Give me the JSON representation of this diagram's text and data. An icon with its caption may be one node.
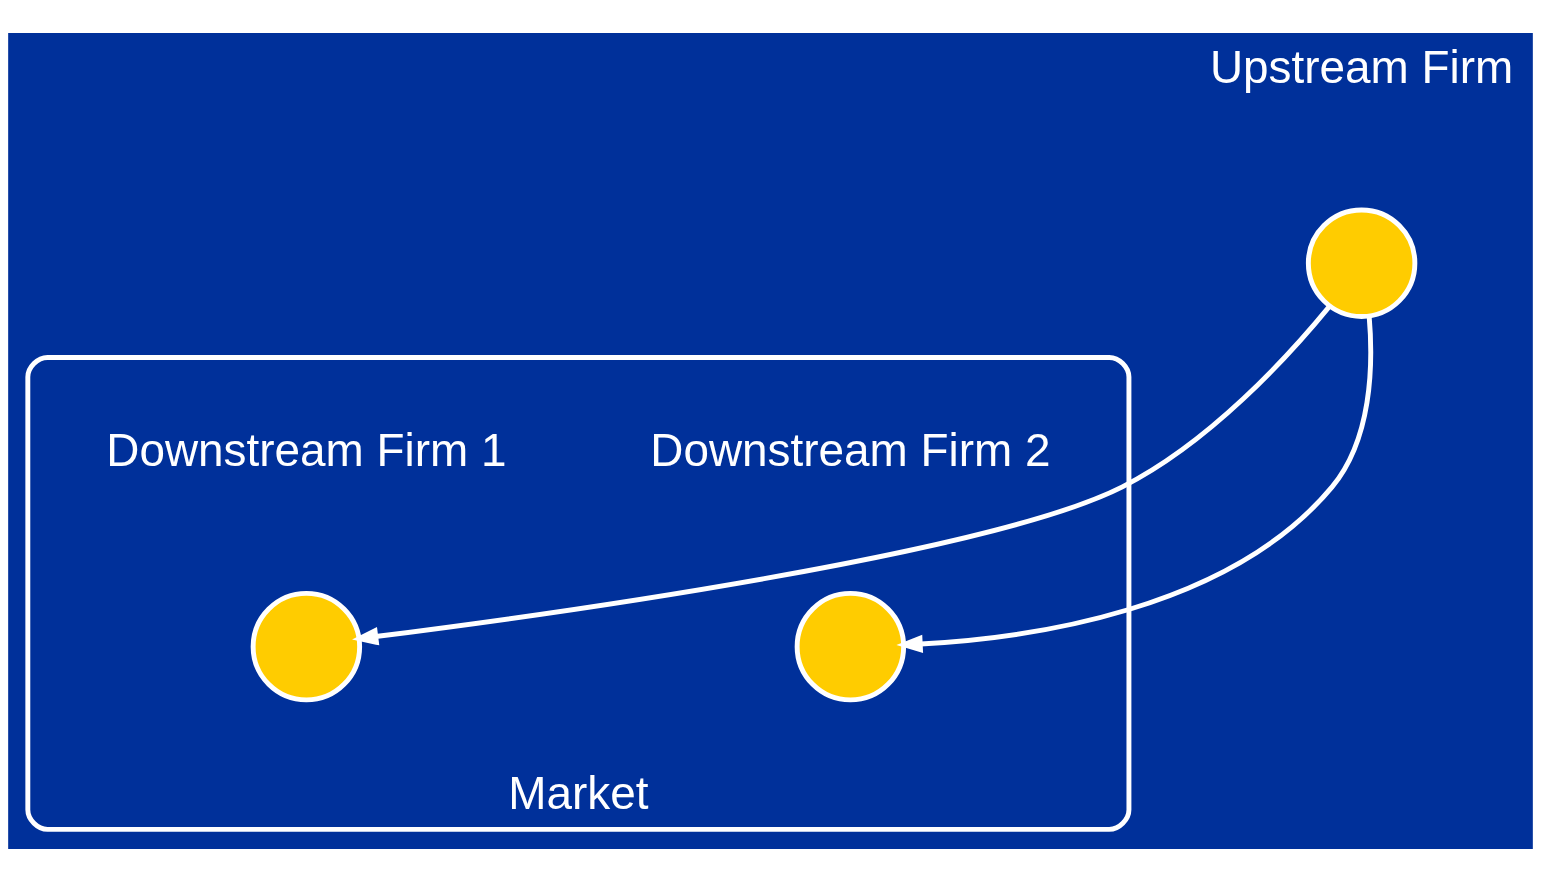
{
  "diagram": {
    "nodes": [
      {
        "text": [],
        "shape": "circle",
        "beside": [
          "Upstream Firm"
        ]
      },
      {
        "text": [
          "Market"
        ]
      },
      {
        "text": [],
        "shape": "circle",
        "beside": [
          "Downstream Firm 1"
        ],
        "in": 1
      },
      {
        "text": [],
        "shape": "circle",
        "beside": [
          "Downstream Firm 2"
        ],
        "in": 1
      }
    ],
    "edges": [
      {
        "from": 0,
        "to": 2,
        "arrow": "to"
      },
      {
        "from": 0,
        "to": 3,
        "arrow": "to"
      }
    ]
  }
}
